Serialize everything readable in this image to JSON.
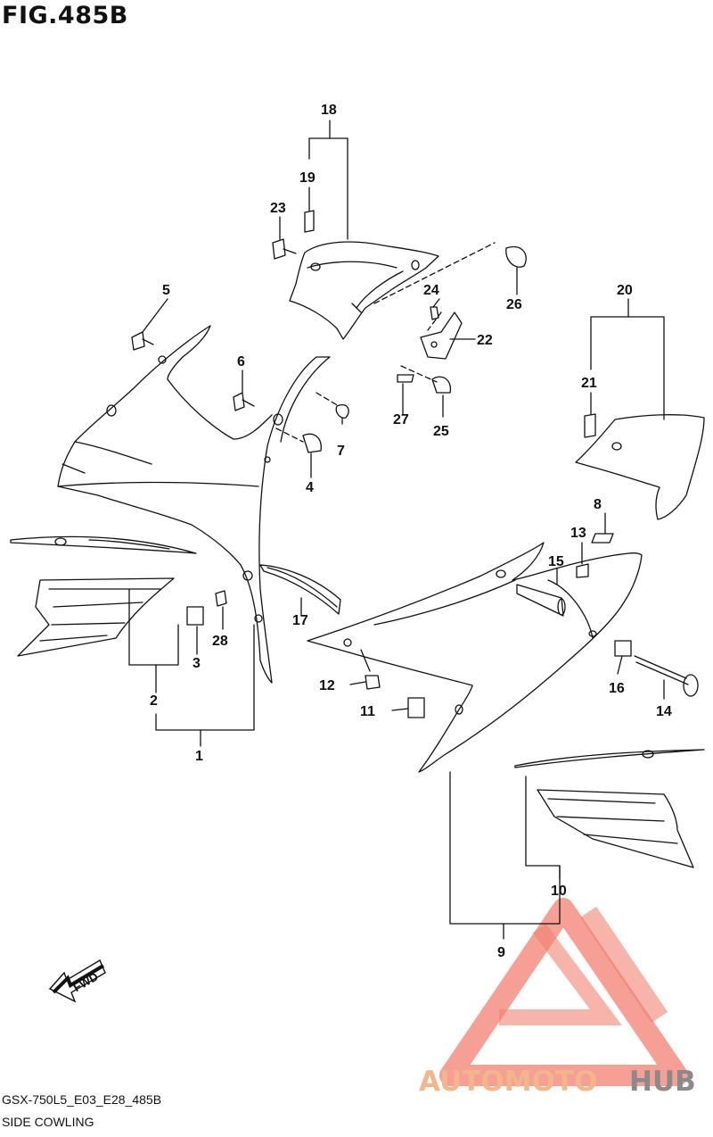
{
  "figure": {
    "title": "FIG.485B"
  },
  "callouts": [
    "1",
    "2",
    "3",
    "4",
    "5",
    "6",
    "7",
    "8",
    "9",
    "10",
    "11",
    "12",
    "13",
    "14",
    "15",
    "16",
    "17",
    "18",
    "19",
    "20",
    "21",
    "22",
    "23",
    "24",
    "25",
    "26",
    "27",
    "28"
  ],
  "fwd_label": "FWD",
  "watermark": {
    "text_a": "AUTOMOTO",
    "text_b": "HUB"
  },
  "footer": {
    "code": "GSX-750L5_E03_E28_485B",
    "caption": "SIDE COWLING"
  },
  "colors": {
    "line": "#111111",
    "watermark_orange": "#f3b58a",
    "watermark_red": "#ef6a5a",
    "watermark_gray": "#7a7a7a"
  }
}
